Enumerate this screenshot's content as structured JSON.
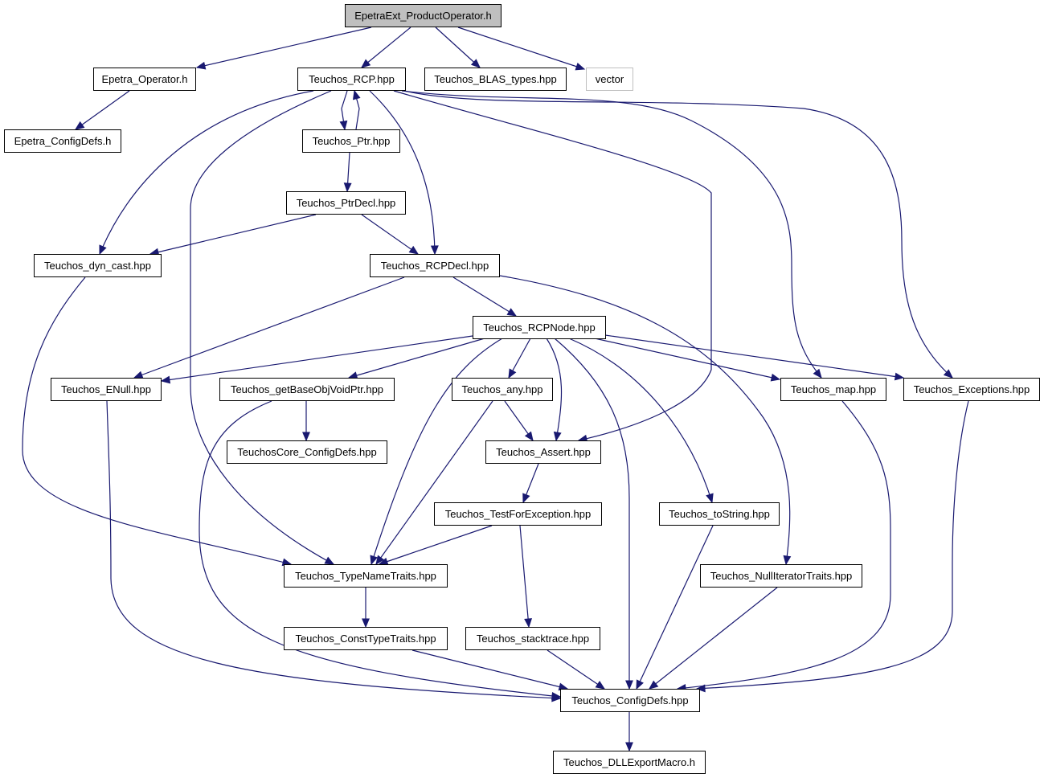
{
  "diagram": {
    "colors": {
      "edge": "#191970",
      "root_fill": "#bfbfbf",
      "node_border": "#000000",
      "external_border": "#bfbfbf"
    },
    "nodes": [
      {
        "id": "root",
        "label": "EpetraExt_ProductOperator.h",
        "kind": "root"
      },
      {
        "id": "epop",
        "label": "Epetra_Operator.h"
      },
      {
        "id": "rcp",
        "label": "Teuchos_RCP.hpp"
      },
      {
        "id": "blas",
        "label": "Teuchos_BLAS_types.hpp"
      },
      {
        "id": "vector",
        "label": "vector",
        "kind": "external"
      },
      {
        "id": "epcfg",
        "label": "Epetra_ConfigDefs.h"
      },
      {
        "id": "ptr",
        "label": "Teuchos_Ptr.hpp"
      },
      {
        "id": "ptrdecl",
        "label": "Teuchos_PtrDecl.hpp"
      },
      {
        "id": "dyncast",
        "label": "Teuchos_dyn_cast.hpp"
      },
      {
        "id": "rcpdecl",
        "label": "Teuchos_RCPDecl.hpp"
      },
      {
        "id": "rcpnode",
        "label": "Teuchos_RCPNode.hpp"
      },
      {
        "id": "enull",
        "label": "Teuchos_ENull.hpp"
      },
      {
        "id": "getbase",
        "label": "Teuchos_getBaseObjVoidPtr.hpp"
      },
      {
        "id": "any",
        "label": "Teuchos_any.hpp"
      },
      {
        "id": "map",
        "label": "Teuchos_map.hpp"
      },
      {
        "id": "exc",
        "label": "Teuchos_Exceptions.hpp"
      },
      {
        "id": "corecfg",
        "label": "TeuchosCore_ConfigDefs.hpp"
      },
      {
        "id": "assert",
        "label": "Teuchos_Assert.hpp"
      },
      {
        "id": "testfor",
        "label": "Teuchos_TestForException.hpp"
      },
      {
        "id": "tostring",
        "label": "Teuchos_toString.hpp"
      },
      {
        "id": "typename",
        "label": "Teuchos_TypeNameTraits.hpp"
      },
      {
        "id": "nulliter",
        "label": "Teuchos_NullIteratorTraits.hpp"
      },
      {
        "id": "consttype",
        "label": "Teuchos_ConstTypeTraits.hpp"
      },
      {
        "id": "stack",
        "label": "Teuchos_stacktrace.hpp"
      },
      {
        "id": "tcfg",
        "label": "Teuchos_ConfigDefs.hpp"
      },
      {
        "id": "dll",
        "label": "Teuchos_DLLExportMacro.h"
      }
    ],
    "edges": [
      [
        "root",
        "epop"
      ],
      [
        "root",
        "rcp"
      ],
      [
        "root",
        "blas"
      ],
      [
        "root",
        "vector"
      ],
      [
        "epop",
        "epcfg"
      ],
      [
        "rcp",
        "ptr"
      ],
      [
        "rcp",
        "dyncast"
      ],
      [
        "rcp",
        "typename"
      ],
      [
        "rcp",
        "rcpdecl"
      ],
      [
        "rcp",
        "assert"
      ],
      [
        "rcp",
        "map"
      ],
      [
        "rcp",
        "exc"
      ],
      [
        "ptr",
        "rcp"
      ],
      [
        "ptr",
        "ptrdecl"
      ],
      [
        "ptrdecl",
        "dyncast"
      ],
      [
        "ptrdecl",
        "rcpdecl"
      ],
      [
        "dyncast",
        "typename"
      ],
      [
        "rcpdecl",
        "rcpnode"
      ],
      [
        "rcpdecl",
        "enull"
      ],
      [
        "rcpdecl",
        "nulliter"
      ],
      [
        "rcpnode",
        "enull"
      ],
      [
        "rcpnode",
        "getbase"
      ],
      [
        "rcpnode",
        "any"
      ],
      [
        "rcpnode",
        "assert"
      ],
      [
        "rcpnode",
        "typename"
      ],
      [
        "rcpnode",
        "tcfg"
      ],
      [
        "rcpnode",
        "tostring"
      ],
      [
        "rcpnode",
        "map"
      ],
      [
        "rcpnode",
        "exc"
      ],
      [
        "enull",
        "tcfg"
      ],
      [
        "getbase",
        "corecfg"
      ],
      [
        "getbase",
        "tcfg"
      ],
      [
        "any",
        "assert"
      ],
      [
        "any",
        "typename"
      ],
      [
        "assert",
        "testfor"
      ],
      [
        "testfor",
        "typename"
      ],
      [
        "testfor",
        "stack"
      ],
      [
        "tostring",
        "tcfg"
      ],
      [
        "typename",
        "consttype"
      ],
      [
        "nulliter",
        "tcfg"
      ],
      [
        "consttype",
        "tcfg"
      ],
      [
        "stack",
        "tcfg"
      ],
      [
        "map",
        "tcfg"
      ],
      [
        "exc",
        "tcfg"
      ],
      [
        "tcfg",
        "dll"
      ]
    ]
  }
}
